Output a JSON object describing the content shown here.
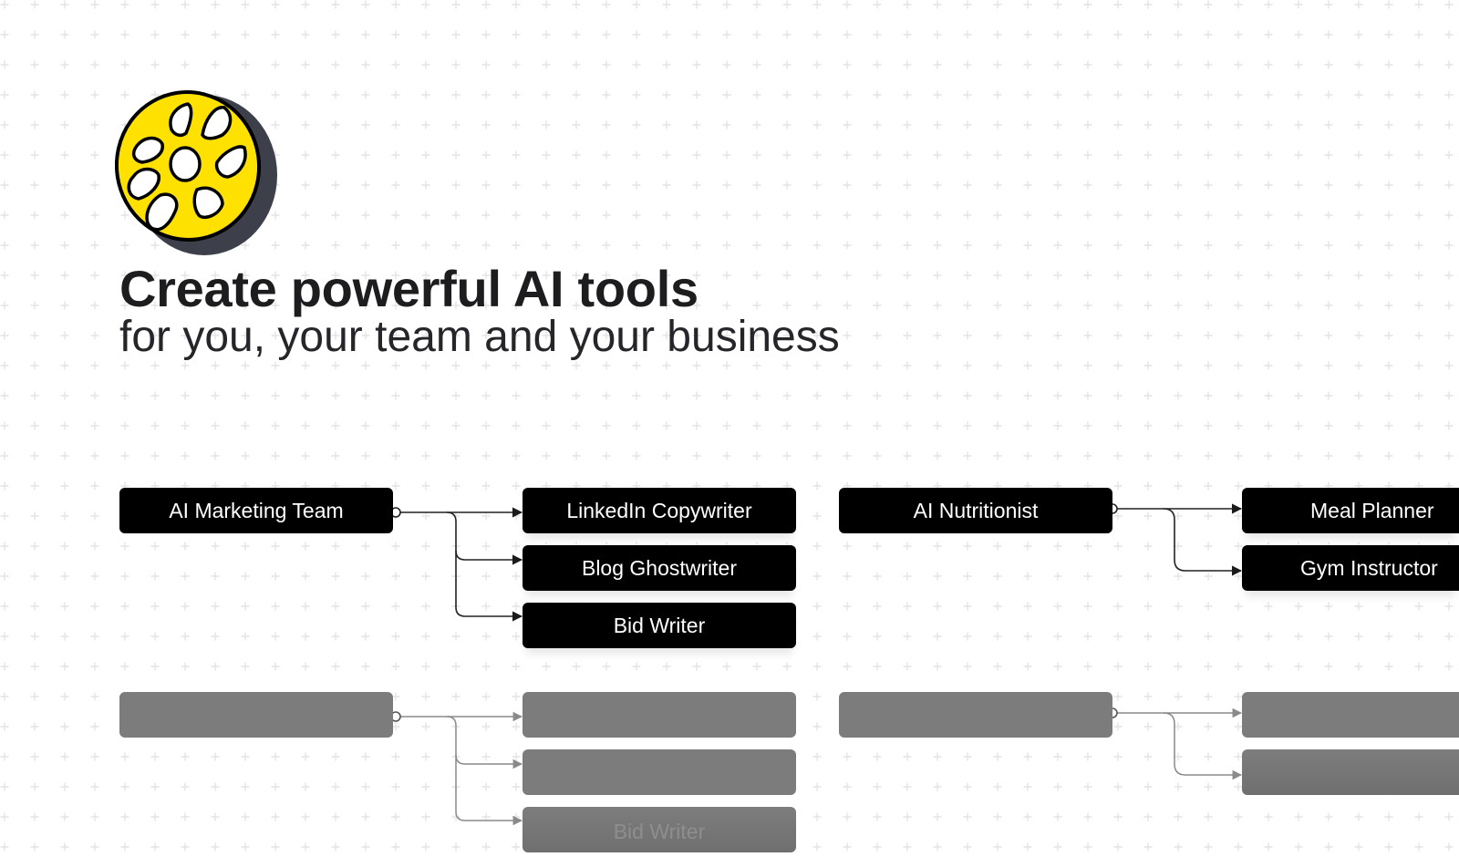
{
  "colors": {
    "background": "#ffffff",
    "grid_mark": "#e6e6e6",
    "logo_yellow": "#ffe100",
    "logo_shadow": "#3d3f4a",
    "node_active": "#000000",
    "node_ghost": "#7c7c7c",
    "text_dark": "#1d1d1f"
  },
  "logo": {
    "icon": "lemon-slice-logo-icon"
  },
  "hero": {
    "headline": "Create powerful AI tools",
    "subline": "for you, your team and your business"
  },
  "flows": {
    "active": [
      {
        "parent": "AI Marketing Team",
        "children": [
          "LinkedIn Copywriter",
          "Blog Ghostwriter",
          "Bid Writer"
        ]
      },
      {
        "parent": "AI Nutritionist",
        "children": [
          "Meal Planner",
          "Gym Instructor"
        ]
      }
    ],
    "ghost": [
      {
        "parent": "",
        "children": [
          "",
          "",
          "Bid Writer"
        ]
      },
      {
        "parent": "",
        "children": [
          "",
          ""
        ]
      }
    ]
  }
}
